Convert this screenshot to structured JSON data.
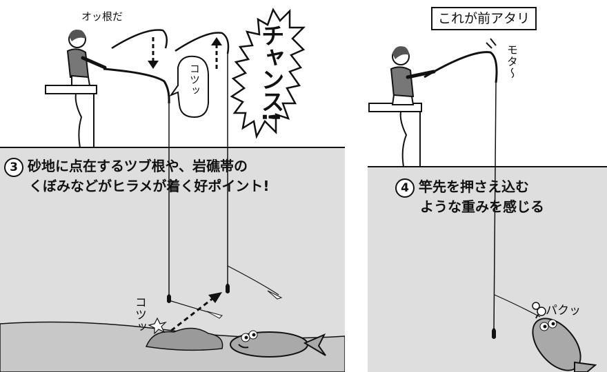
{
  "left_panel": {
    "shout": "オッ根だ",
    "bubble_text": "コツッ",
    "burst_text": "チャンス!",
    "bottom_sound": "コツッ",
    "caption_number": "3",
    "caption_line1": "砂地に点在するツブ根や、岩礁帯の",
    "caption_line2": "くぼみなどがヒラメが着く好ポイント!"
  },
  "right_panel": {
    "label": "これが前アタリ",
    "motion_text": "モタ〜",
    "caption_number": "4",
    "caption_line1": "竿先を押さえ込む",
    "caption_line2": "ような重みを感じる",
    "fish_sound": "パクッ"
  },
  "colors": {
    "water": "#dedede",
    "seabed": "#c8c8c8",
    "ink": "#111111",
    "fish": "#a9a9a9"
  }
}
